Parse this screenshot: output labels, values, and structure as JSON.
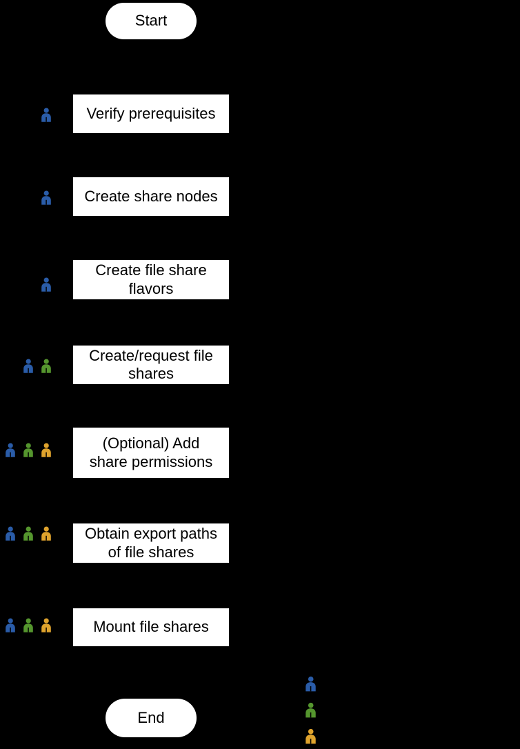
{
  "colors": {
    "blue": "#2A5CA8",
    "green": "#55962E",
    "orange": "#DFA32D",
    "node_bg": "#FFFFFF",
    "node_text": "#000000",
    "canvas_bg": "#000000"
  },
  "flowchart": {
    "start": {
      "label": "Start"
    },
    "end": {
      "label": "End"
    },
    "steps": [
      {
        "label": "Verify prerequisites",
        "actors": [
          "blue"
        ]
      },
      {
        "label": "Create share nodes",
        "actors": [
          "blue"
        ]
      },
      {
        "label": "Create file share\nflavors",
        "actors": [
          "blue"
        ]
      },
      {
        "label": "Create/request file\nshares",
        "actors": [
          "blue",
          "green"
        ]
      },
      {
        "label": "(Optional) Add\nshare permissions",
        "actors": [
          "blue",
          "green",
          "orange"
        ]
      },
      {
        "label": "Obtain export paths\nof file shares",
        "actors": [
          "blue",
          "green",
          "orange"
        ]
      },
      {
        "label": "Mount file shares",
        "actors": [
          "blue",
          "green",
          "orange"
        ]
      }
    ],
    "legend": {
      "actors": [
        "blue",
        "green",
        "orange"
      ]
    }
  }
}
